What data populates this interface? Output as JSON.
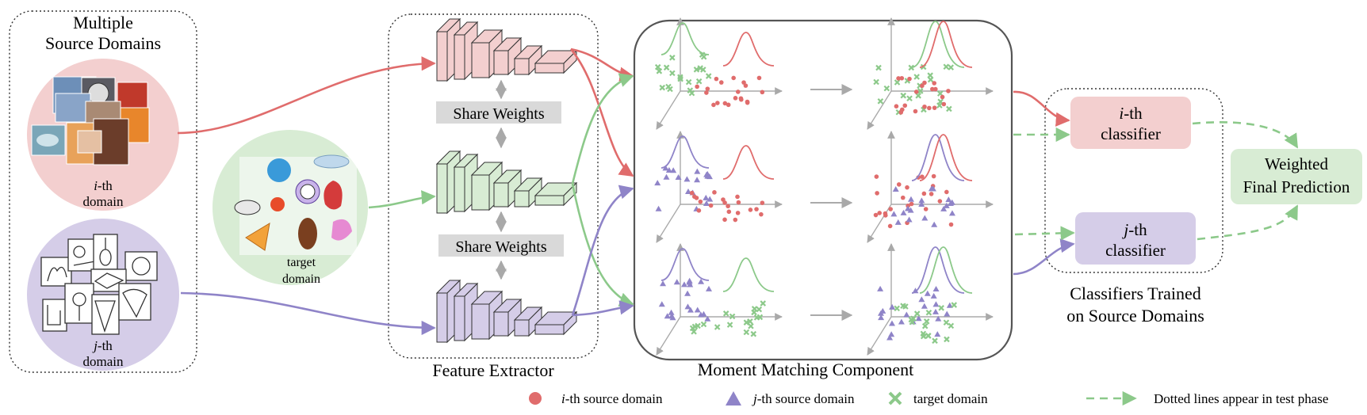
{
  "colors": {
    "red": "#e06c6c",
    "pink": "#f3cfcf",
    "green": "#8cc98a",
    "mint": "#d8ecd4",
    "purple": "#8f84c8",
    "lavender": "#d5cde8",
    "gray": "#a9a9a9",
    "frame": "#555555"
  },
  "sources": {
    "title_line1": "Multiple",
    "title_line2": "Source Domains",
    "i_domain_label": "i",
    "i_domain_suffix": "-th",
    "i_domain_word": "domain",
    "j_domain_label": "j",
    "j_domain_suffix": "-th",
    "j_domain_word": "domain"
  },
  "target": {
    "line1": "target",
    "line2": "domain"
  },
  "feature_extractor": {
    "share_weights_top": "Share Weights",
    "share_weights_bottom": "Share Weights",
    "caption": "Feature Extractor"
  },
  "moment_matching": {
    "caption": "Moment Matching Component"
  },
  "classifiers": {
    "i_label": "i",
    "i_suffix": "-th",
    "i_word": "classifier",
    "j_label": "j",
    "j_suffix": "-th",
    "j_word": "classifier",
    "caption_line1": "Classifiers Trained",
    "caption_line2": "on Source Domains"
  },
  "prediction": {
    "line1": "Weighted",
    "line2": "Final Prediction"
  },
  "legend": {
    "i_source_var": "i",
    "i_source_text": "-th source domain",
    "j_source_var": "j",
    "j_source_text": "-th source domain",
    "target_text": "target domain",
    "dotted_text": "Dotted lines appear in test phase"
  },
  "icons": [
    "photo-collage",
    "sketch-collage",
    "clipart-collage",
    "cnn-block",
    "scatter-plot",
    "gaussian-curve"
  ]
}
